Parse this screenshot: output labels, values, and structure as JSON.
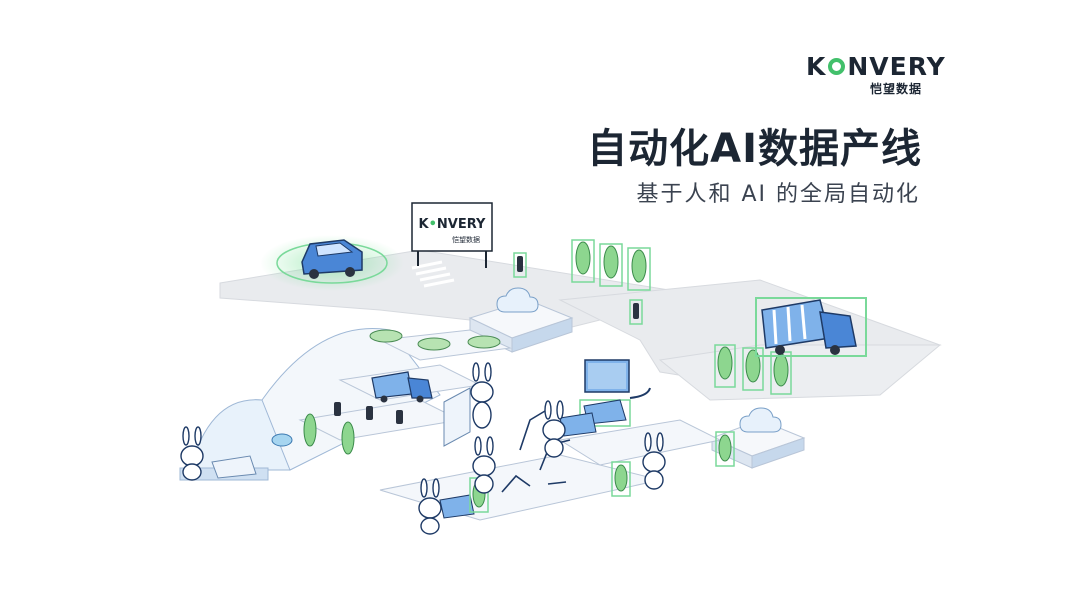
{
  "brand": {
    "wordmark_left": "K",
    "wordmark_right": "NVERY",
    "wordmark_sub": "恺望数据",
    "accent_color": "#42c06b"
  },
  "header": {
    "title": "自动化AI数据产线",
    "subtitle": "基于人和 AI 的全局自动化"
  },
  "billboard": {
    "wordmark_left": "K",
    "wordmark_right": "NVERY",
    "wordmark_sub": "恺望数据"
  },
  "icons": [
    "cloud-sync-icon",
    "traffic-light-icon",
    "tree-icon",
    "robot-arm-icon",
    "bunny-mascot-icon"
  ]
}
